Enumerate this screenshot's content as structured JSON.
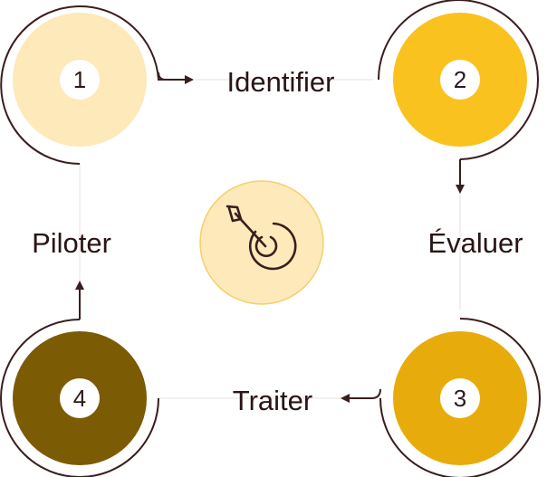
{
  "colors": {
    "step1": "#fde9b9",
    "step2": "#f9c21f",
    "step3": "#e7ac0c",
    "step4": "#7b5b03",
    "center": "#fde9b9",
    "stroke": "#3a1d1d",
    "number_circle": "#ffffff"
  },
  "center": {
    "icon": "target-icon"
  },
  "steps": [
    {
      "number": "1",
      "label": "Identifier"
    },
    {
      "number": "2",
      "label": "Évaluer"
    },
    {
      "number": "3",
      "label": "Traiter"
    },
    {
      "number": "4",
      "label": "Piloter"
    }
  ]
}
